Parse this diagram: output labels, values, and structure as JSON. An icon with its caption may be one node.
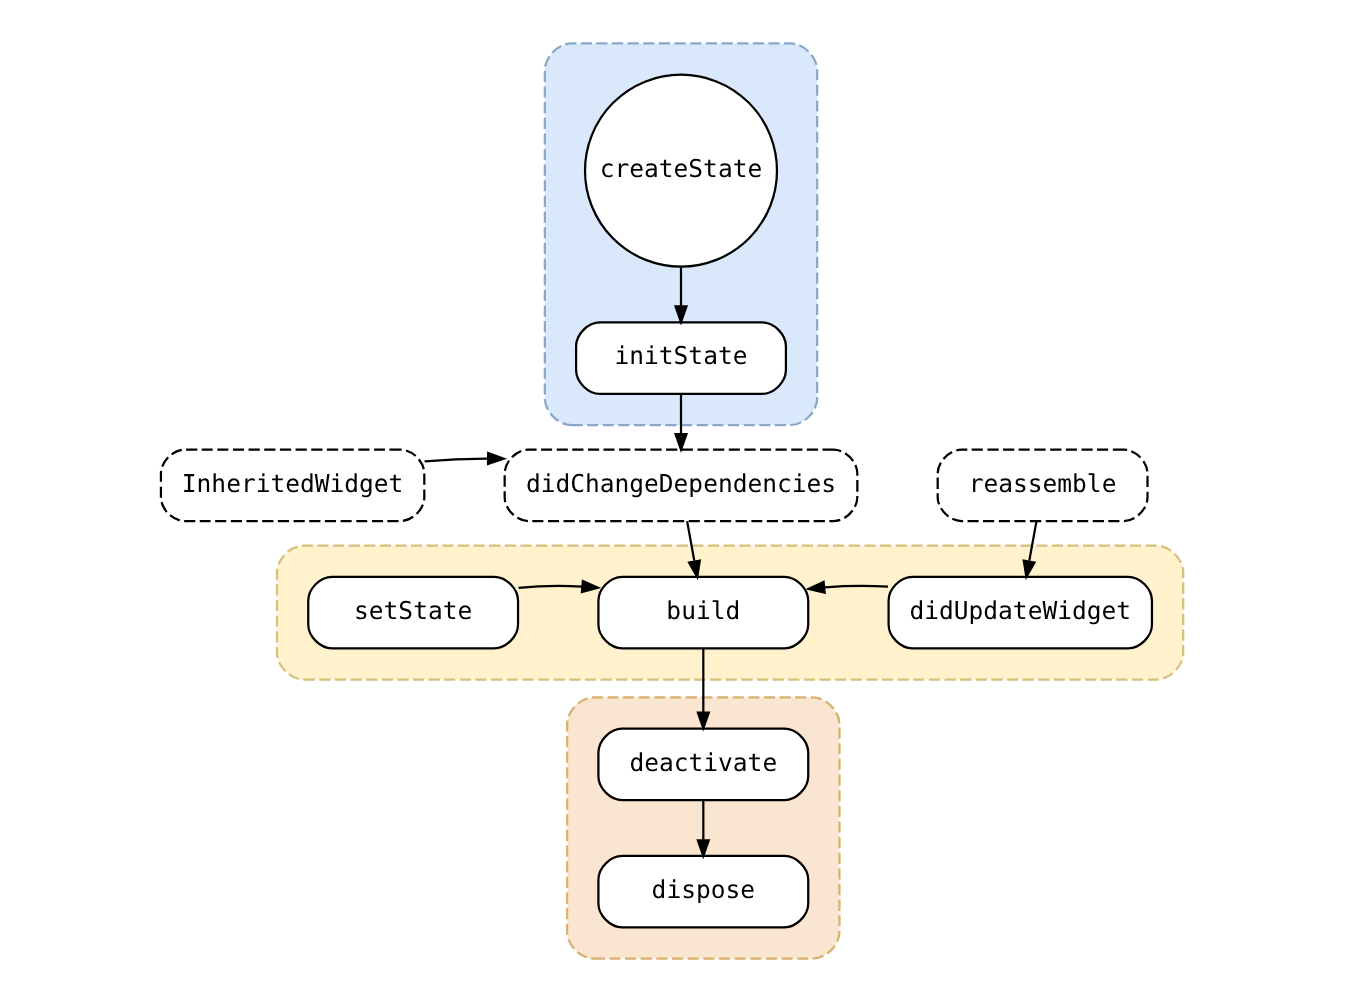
{
  "diagram": {
    "nodes": [
      {
        "text": [],
        "shape": "box"
      },
      {
        "text": [
          "createState"
        ],
        "in": 0
      },
      {
        "text": [
          "initState"
        ],
        "in": 0
      },
      {
        "text": [
          "reassemble"
        ]
      },
      {
        "text": [
          "InheritedWidget"
        ]
      },
      {
        "text": [
          "didChangeDependencies"
        ]
      },
      {
        "text": [],
        "shape": "box"
      },
      {
        "text": [
          "setState"
        ],
        "in": 6
      },
      {
        "text": [
          "build"
        ],
        "in": 6
      },
      {
        "text": [
          "didUpdateWidget"
        ],
        "in": 6
      },
      {
        "text": [],
        "shape": "box"
      },
      {
        "text": [
          "deactivate"
        ],
        "in": 10
      },
      {
        "text": [
          "dispose"
        ],
        "in": 10
      }
    ],
    "edges": [
      {
        "from": 1,
        "to": 2,
        "arrow": "to"
      },
      {
        "from": 2,
        "to": 5,
        "arrow": "to"
      },
      {
        "from": 4,
        "to": 5,
        "arrow": "to"
      },
      {
        "from": 5,
        "to": 8,
        "arrow": "to"
      },
      {
        "from": 7,
        "to": 8,
        "arrow": "to"
      },
      {
        "from": 3,
        "to": 9,
        "arrow": "to"
      },
      {
        "from": 9,
        "to": 8,
        "arrow": "to"
      },
      {
        "from": 8,
        "to": 11,
        "arrow": "to"
      },
      {
        "from": 11,
        "to": 12,
        "arrow": "to"
      }
    ]
  }
}
